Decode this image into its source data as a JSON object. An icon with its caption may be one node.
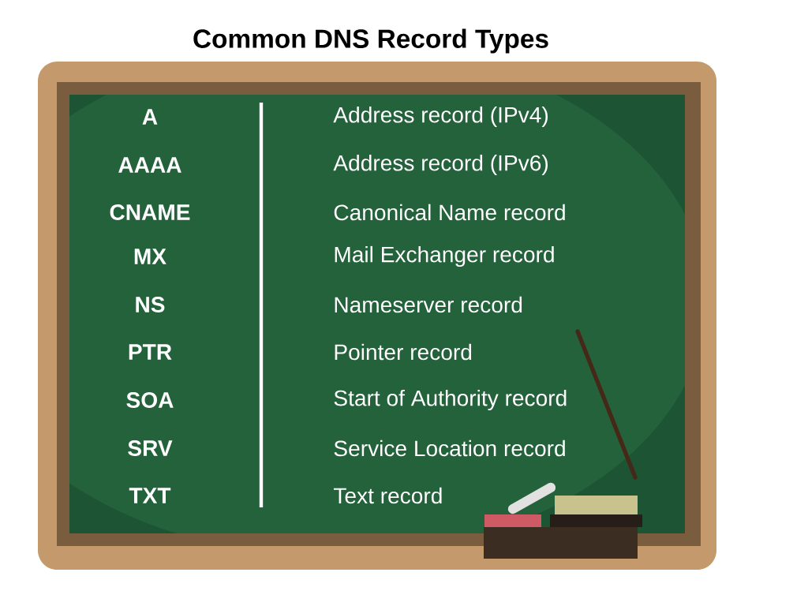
{
  "diagram": {
    "title": "Common DNS Record Types",
    "labels": [
      "A",
      "Address record (IPv4)",
      "AAAA",
      "Address record (IPv6)",
      "CNAME",
      "Canonical Name record",
      "MX",
      "Mail Exchanger record",
      "NS",
      "Nameserver record",
      "PTR",
      "Pointer record",
      "SOA",
      "Start of Authority record",
      "SRV",
      "Service Location record",
      "TXT",
      "Text record"
    ]
  }
}
